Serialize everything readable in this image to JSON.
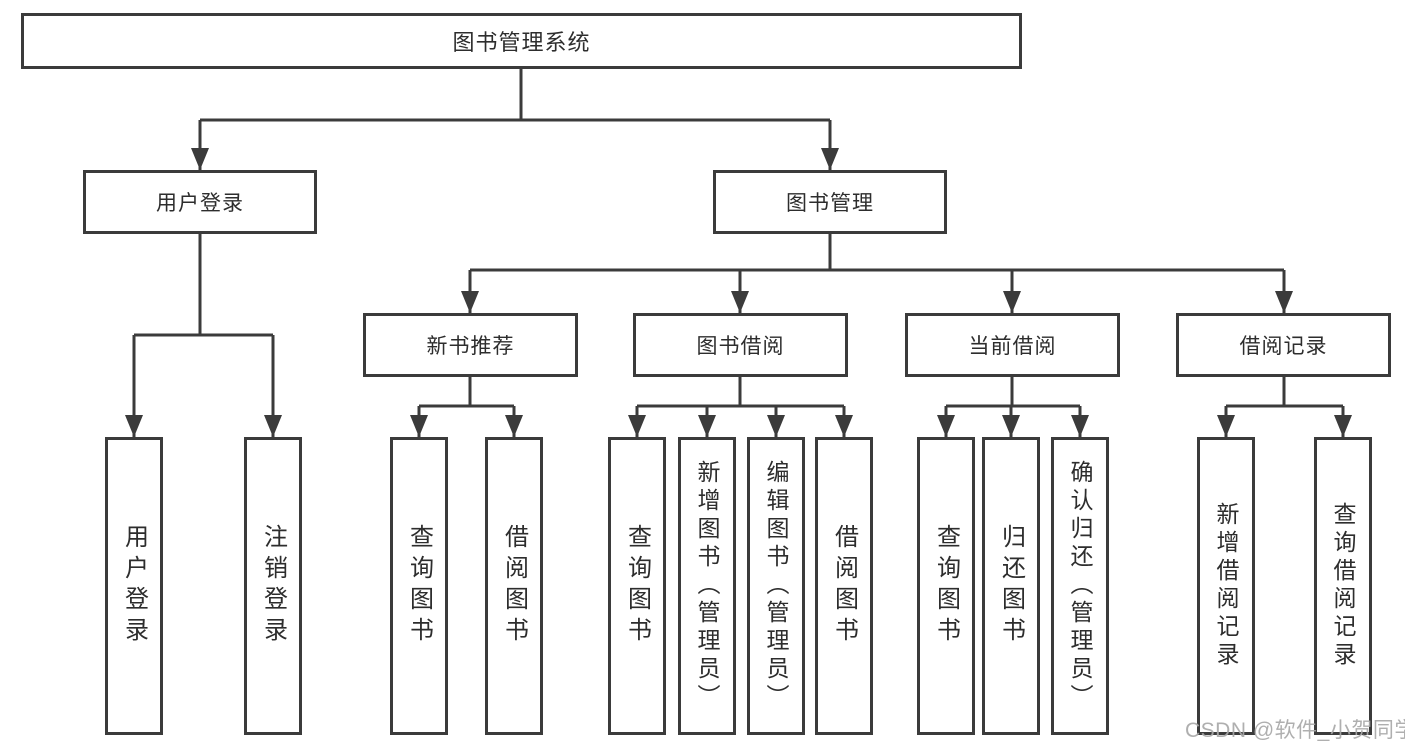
{
  "root": {
    "label": "图书管理系统"
  },
  "level2": {
    "user_login": "用户登录",
    "book_mgmt": "图书管理"
  },
  "level3": {
    "new_books": "新书推荐",
    "book_borrow": "图书借阅",
    "current_borrow": "当前借阅",
    "borrow_records": "借阅记录"
  },
  "leaves": {
    "user_login": [
      "用户登录",
      "注销登录"
    ],
    "new_books": [
      "查询图书",
      "借阅图书"
    ],
    "book_borrow": [
      "查询图书",
      "新增图书（管理员）",
      "编辑图书（管理员）",
      "借阅图书"
    ],
    "current_borrow": [
      "查询图书",
      "归还图书",
      "确认归还（管理员）"
    ],
    "borrow_records": [
      "新增借阅记录",
      "查询借阅记录"
    ]
  },
  "watermark": "CSDN @软件_小贺同学",
  "colors": {
    "line": "#3b3b3b",
    "box_border": "#3b3b3b",
    "text": "#2d2d2d",
    "watermark": "#a8a8a8",
    "background": "#ffffff"
  }
}
